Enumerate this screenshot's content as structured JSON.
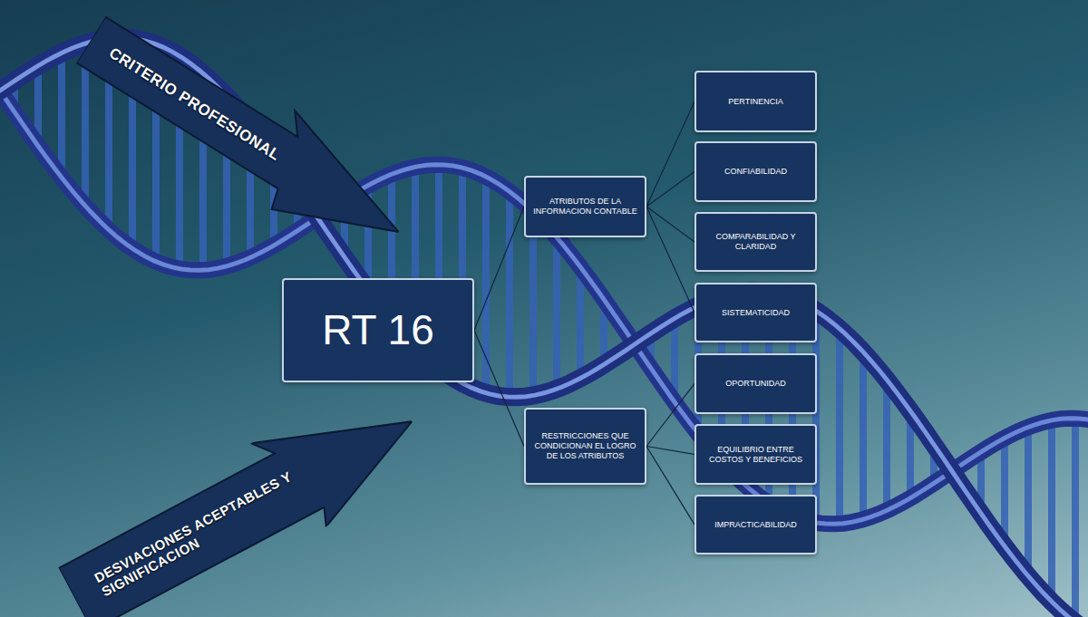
{
  "diagram": {
    "nodes": [
      {
        "text": [
          "CRITERIO PROFESIONAL"
        ]
      },
      {
        "text": [
          "RT 16"
        ]
      },
      {
        "text": [
          "ATRIBUTOS DE LA INFORMACION CONTABLE"
        ]
      },
      {
        "text": [
          "RESTRICCIONES QUE CONDICIONAN EL LOGRO DE LOS ATRIBUTOS"
        ]
      },
      {
        "text": [
          "PERTINENCIA"
        ]
      },
      {
        "text": [
          "CONFIABILIDAD"
        ]
      },
      {
        "text": [
          "COMPARABILIDAD Y CLARIDAD"
        ]
      },
      {
        "text": [
          "SISTEMATICIDAD"
        ]
      },
      {
        "text": [
          "OPORTUNIDAD"
        ]
      },
      {
        "text": [
          "EQUILIBRIO ENTRE COSTOS Y BENEFICIOS"
        ]
      },
      {
        "text": [
          "IMPRACTICABILIDAD"
        ]
      },
      {
        "text": [
          "DESVIACIONES ACEPTABLES Y SIGNIFICACION"
        ]
      }
    ],
    "edges": [
      {
        "from": 1,
        "to": 2,
        "arrow": "none"
      },
      {
        "from": 1,
        "to": 3,
        "arrow": "none"
      },
      {
        "from": 2,
        "to": 4,
        "arrow": "none"
      },
      {
        "from": 2,
        "to": 5,
        "arrow": "none"
      },
      {
        "from": 2,
        "to": 6,
        "arrow": "none"
      },
      {
        "from": 2,
        "to": 7,
        "arrow": "none"
      },
      {
        "from": 3,
        "to": 8,
        "arrow": "none"
      },
      {
        "from": 3,
        "to": 9,
        "arrow": "none"
      },
      {
        "from": 3,
        "to": 10,
        "arrow": "none"
      }
    ]
  }
}
